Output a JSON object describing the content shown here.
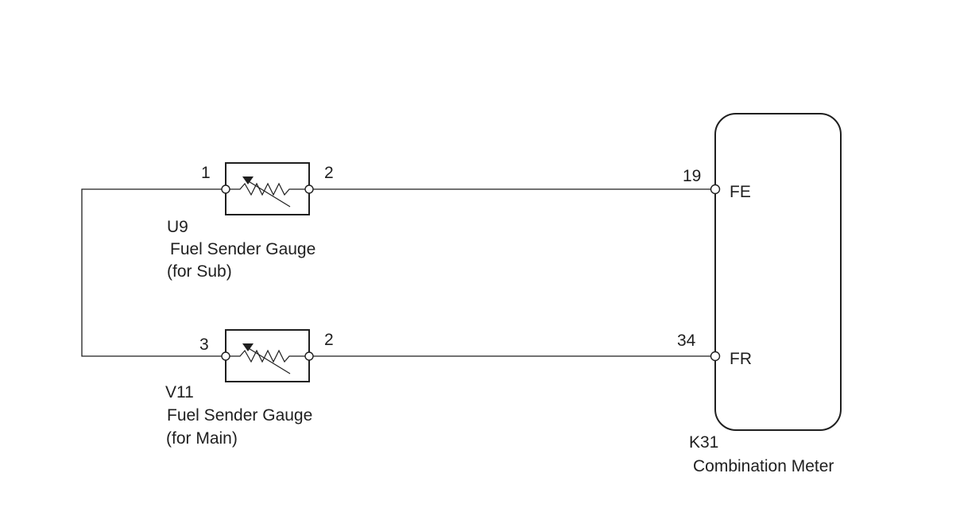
{
  "components": {
    "sub_gauge": {
      "code": "U9",
      "name": "Fuel Sender Gauge",
      "qualifier": "(for Sub)",
      "pin_left": "1",
      "pin_right": "2"
    },
    "main_gauge": {
      "code": "V11",
      "name": "Fuel Sender Gauge",
      "qualifier": "(for Main)",
      "pin_left": "3",
      "pin_right": "2"
    },
    "meter": {
      "code": "K31",
      "name": "Combination Meter",
      "terminal_fe_pin": "19",
      "terminal_fe_name": "FE",
      "terminal_fr_pin": "34",
      "terminal_fr_name": "FR"
    }
  }
}
